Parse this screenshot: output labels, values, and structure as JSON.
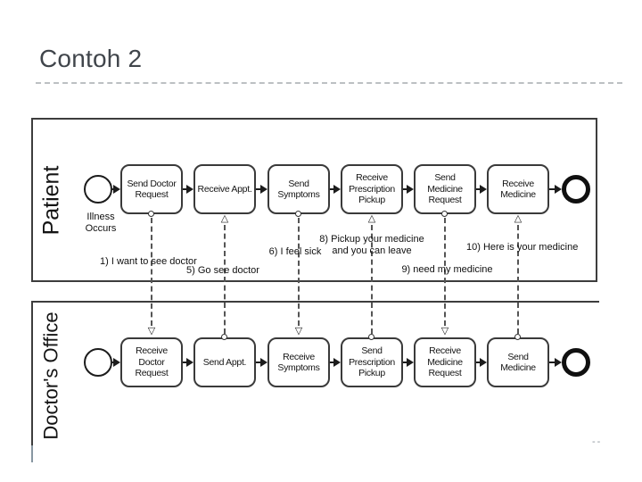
{
  "slide": {
    "title": "Contoh 2",
    "page_dashes": "--"
  },
  "colors": {
    "title_text": "#40454b",
    "divider": "#bcc0c3",
    "diagram_line": "#3d3d3d",
    "background": "#ffffff",
    "page_dashes": "#8c959c"
  },
  "icons": {
    "message_target_up": "△",
    "message_target_down": "▽",
    "message_source_dot": "○"
  },
  "diagram": {
    "pools": [
      {
        "label": "Patient",
        "start_event_label": "Illness Occurs",
        "tasks": [
          "Send Doctor Request",
          "Receive Appt.",
          "Send Symptoms",
          "Receive Prescription Pickup",
          "Send Medicine Request",
          "Receive Medicine"
        ]
      },
      {
        "label": "Doctor's Office",
        "tasks": [
          "Receive Doctor Request",
          "Send Appt.",
          "Receive Symptoms",
          "Send Prescription Pickup",
          "Receive Medicine Request",
          "Send Medicine"
        ]
      }
    ],
    "message_flows": [
      {
        "label": "1) I want to see doctor",
        "direction": "patient-to-office"
      },
      {
        "label": "5) Go see doctor",
        "direction": "office-to-patient"
      },
      {
        "label": "6) I feel sick",
        "direction": "patient-to-office"
      },
      {
        "label": "8) Pickup your medicine and you can leave",
        "direction": "office-to-patient"
      },
      {
        "label": "9)  need my medicine",
        "direction": "patient-to-office"
      },
      {
        "label": "10) Here is your medicine",
        "direction": "office-to-patient"
      }
    ]
  }
}
